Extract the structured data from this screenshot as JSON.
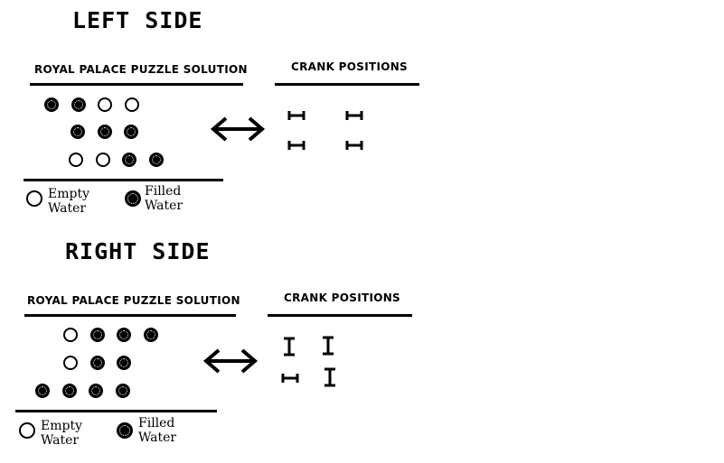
{
  "left_side": {
    "heading": "LEFT SIDE",
    "puzzle_title": "ROYAL PALACE PUZZLE SOLUTION",
    "crank_title": "CRANK POSITIONS",
    "rows": [
      [
        "filled",
        "filled",
        "empty",
        "empty"
      ],
      [
        "filled",
        "filled",
        "filled"
      ],
      [
        "empty",
        "empty",
        "filled",
        "filled"
      ]
    ],
    "cranks": [
      "horizontal",
      "horizontal",
      "horizontal",
      "horizontal"
    ],
    "legend": {
      "empty": "Empty\nWater",
      "filled": "Filled\nWater"
    }
  },
  "right_side": {
    "heading": "RIGHT SIDE",
    "puzzle_title": "ROYAL PALACE PUZZLE SOLUTION",
    "crank_title": "CRANK POSITIONS",
    "rows": [
      [
        "empty",
        "filled",
        "filled",
        "filled"
      ],
      [
        "empty",
        "filled",
        "filled"
      ],
      [
        "filled",
        "filled",
        "filled",
        "filled"
      ]
    ],
    "cranks": [
      "vertical",
      "vertical",
      "horizontal",
      "vertical"
    ],
    "legend": {
      "empty": "Empty\nWater",
      "filled": "Filled\nWater"
    }
  }
}
